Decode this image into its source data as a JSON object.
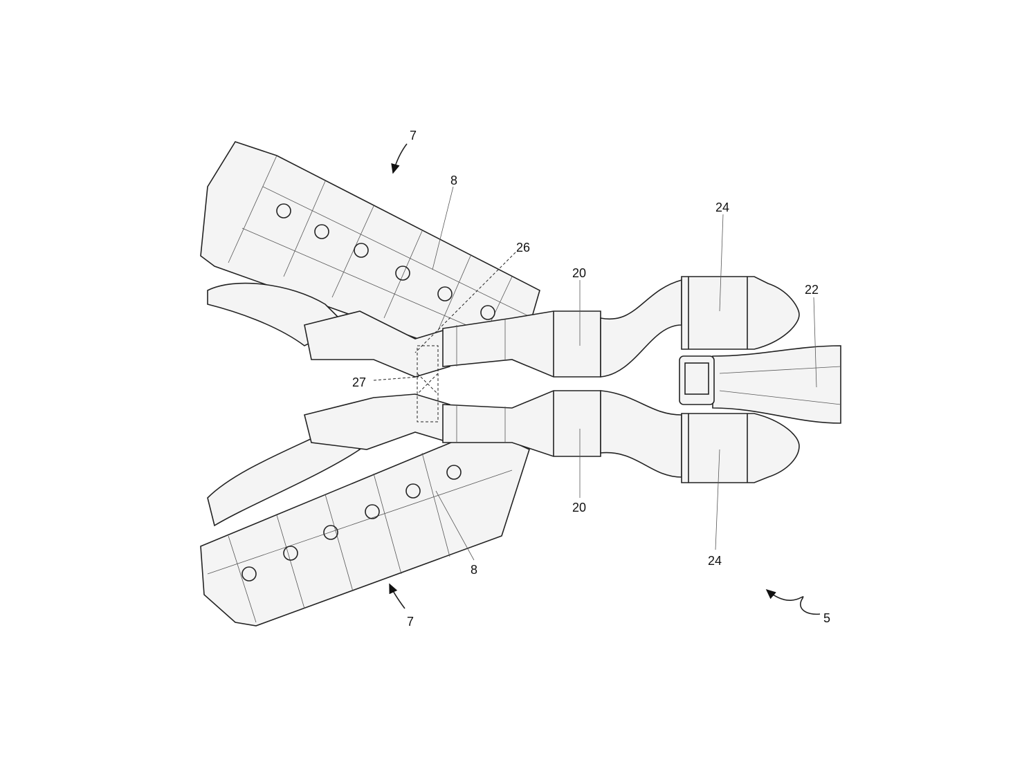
{
  "figure": {
    "labels": {
      "engine_bank_top": "7",
      "engine_bank_bottom": "7",
      "cylinder_head_top": "8",
      "cylinder_head_bottom": "8",
      "crossover_pipe": "26",
      "crossover_section": "27",
      "catalyst_top": "20",
      "catalyst_bottom": "20",
      "silencer_top": "24",
      "silencer_bottom": "24",
      "tailpipe": "22",
      "exhaust_system": "5"
    }
  }
}
